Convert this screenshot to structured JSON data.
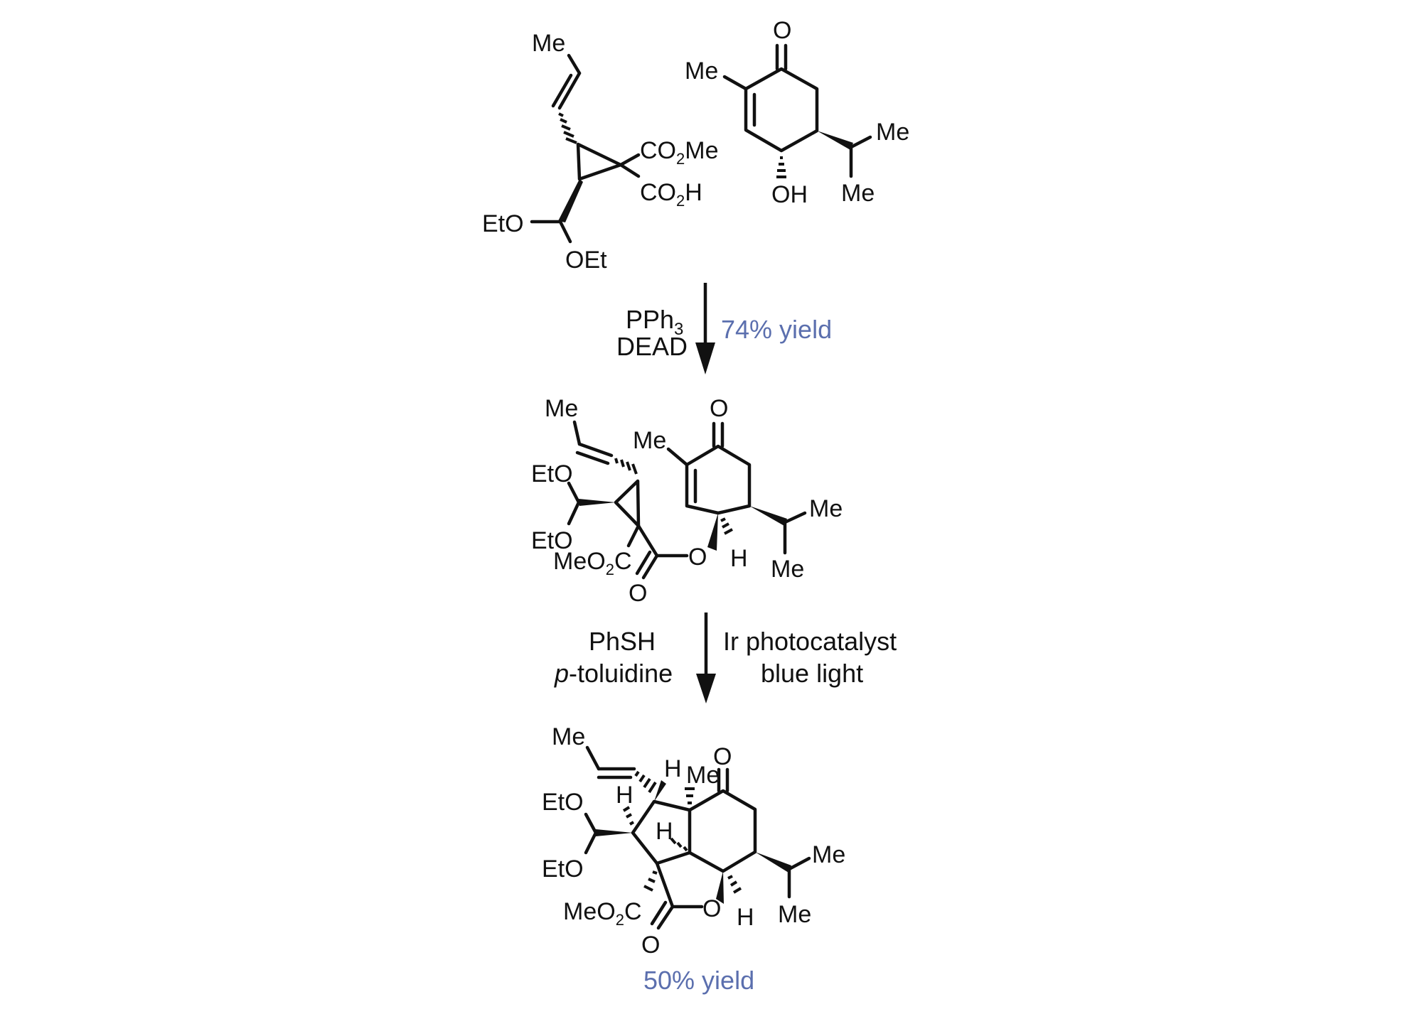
{
  "scheme": {
    "title": "Esterification and photocatalytic radical cascade cyclization",
    "colors": {
      "structure": "#111111",
      "yield_text": "#5b6fae",
      "background": "#ffffff"
    },
    "reactants": {
      "cyclopropane_acid": {
        "labels": {
          "me": "Me",
          "co2me": "CO2Me",
          "co2h": "CO2H",
          "eto": "EtO",
          "oet": "OEt"
        }
      },
      "hydroxy_enone": {
        "labels": {
          "o": "O",
          "me_ring": "Me",
          "oh": "OH",
          "ipr_me1": "Me",
          "ipr_me2": "Me"
        }
      }
    },
    "step1": {
      "reagent_1": "PPh3",
      "reagent_1_main": "PPh",
      "reagent_1_sub": "3",
      "reagent_2": "DEAD",
      "yield": "74% yield"
    },
    "intermediate_ester": {
      "labels": {
        "me_alkene": "Me",
        "eto_top": "EtO",
        "eto_bottom": "EtO",
        "meo2c": "MeO2C",
        "o_ester": "O",
        "o_carbonyl": "O",
        "h": "H",
        "me_ring": "Me",
        "o_ketone": "O",
        "ipr_me1": "Me",
        "ipr_me2": "Me"
      }
    },
    "step2": {
      "left_reagent_1": "PhSH",
      "left_reagent_2_italic": "p",
      "left_reagent_2_rest": "-toluidine",
      "right_reagent_1": "Ir photocatalyst",
      "right_reagent_2": "blue light"
    },
    "product": {
      "labels": {
        "me_alkene": "Me",
        "h_top": "H",
        "h_left": "H",
        "h_mid": "H",
        "me_quat": "Me",
        "o_ketone": "O",
        "eto_top": "EtO",
        "eto_bottom": "EtO",
        "meo2c": "MeO2C",
        "o_lactone": "O",
        "o_carbonyl": "O",
        "h_bottom": "H",
        "ipr_me1": "Me",
        "ipr_me2": "Me"
      },
      "yield": "50% yield"
    }
  }
}
